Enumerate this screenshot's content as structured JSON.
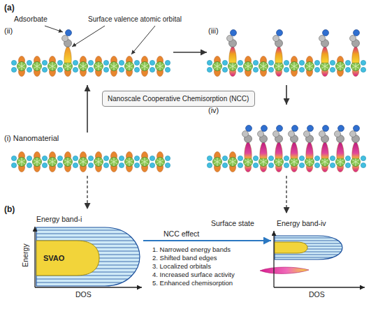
{
  "diagram": {
    "nodes": [
      {
        "text": [
          "(ii)"
        ]
      },
      {
        "text": [
          "(iii)"
        ]
      },
      {
        "text": [
          "Nanoscale Cooperative Chemisorption (NCC)"
        ]
      },
      {
        "text": [
          "(i) Nanomaterial"
        ]
      },
      {
        "text": [
          "(iv)"
        ]
      },
      {
        "text": [
          "Energy band-i",
          "SVAO"
        ]
      },
      {
        "text": [
          "Energy band-iv"
        ]
      }
    ],
    "edges": [
      {
        "from": 3,
        "to": 0,
        "arrow": "to"
      },
      {
        "from": 0,
        "to": 1,
        "arrow": "to"
      },
      {
        "from": 1,
        "to": 4,
        "arrow": "to"
      },
      {
        "from": 3,
        "to": 5,
        "arrow": "to"
      },
      {
        "from": 4,
        "to": 6,
        "arrow": "to"
      },
      {
        "from": 5,
        "to": 6,
        "label": "NCC effect",
        "arrow": "to"
      }
    ],
    "labels": [
      "(a)",
      "Adsorbate",
      "Surface valence atomic orbital",
      "(b)",
      "Energy",
      "DOS",
      "Surface state",
      "DOS",
      "1. Narrowed energy bands",
      "2. Shifted band edges",
      "3. Localized orbitals",
      "4. Increased surface activity",
      "5. Enhanced chemisorption"
    ]
  }
}
